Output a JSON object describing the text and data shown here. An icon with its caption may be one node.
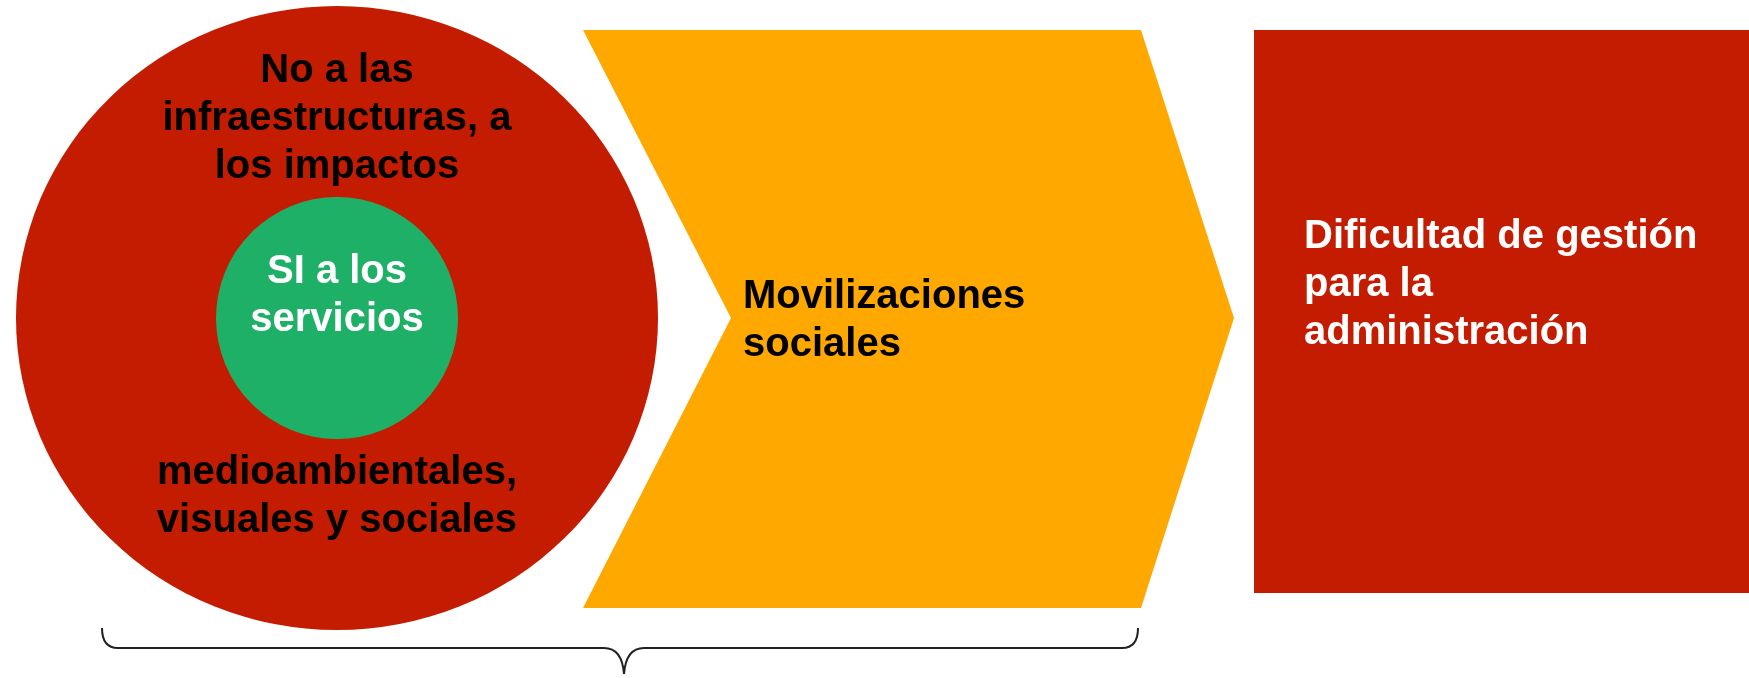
{
  "diagram": {
    "nodes": [
      {
        "text": [
          "No a las infraestructuras, a los impactos",
          "medioambientales, visuales y sociales"
        ]
      },
      {
        "text": [
          "SI a los servicios"
        ],
        "in": 0
      },
      {
        "text": [
          "Movilizaciones sociales"
        ]
      },
      {
        "text": [
          "Dificultad de gestión para la administración"
        ]
      }
    ]
  }
}
